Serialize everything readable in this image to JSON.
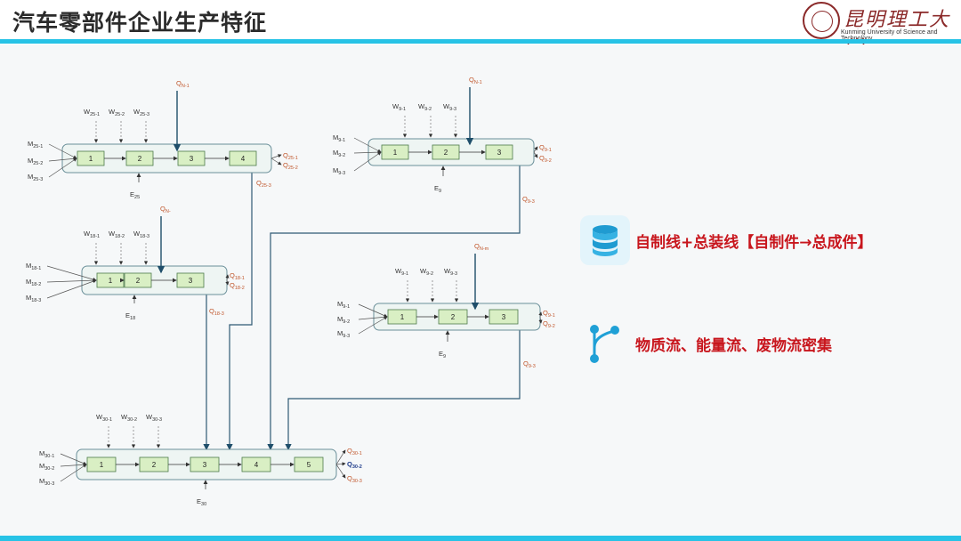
{
  "header": {
    "title": "汽车零部件企业生产特征"
  },
  "logo": {
    "text": "昆明理工大学",
    "subtitle": "Kunming University of Science and Technology"
  },
  "features": [
    {
      "icon": "database-icon",
      "text": "自制线+总装线【自制件→总成件】"
    },
    {
      "icon": "flow-branch-icon",
      "text": "物质流、能量流、废物流密集"
    }
  ],
  "diagram": {
    "line25": {
      "q_in": "Q",
      "q_in_sub": "N-1",
      "w": [
        {
          "m": "W",
          "s": "25-1"
        },
        {
          "m": "W",
          "s": "25-2"
        },
        {
          "m": "W",
          "s": "25-3"
        }
      ],
      "m": [
        {
          "m": "M",
          "s": "25-1"
        },
        {
          "m": "M",
          "s": "25-2"
        },
        {
          "m": "M",
          "s": "25-3"
        }
      ],
      "steps": [
        "1",
        "2",
        "3",
        "4"
      ],
      "q_out": [
        {
          "m": "Q",
          "s": "25-1"
        },
        {
          "m": "Q",
          "s": "25-2"
        }
      ],
      "q_down": {
        "m": "Q",
        "s": "25-3"
      },
      "e": {
        "m": "E",
        "s": "25"
      }
    },
    "line18": {
      "q_in": "Q",
      "q_in_sub": "N-",
      "w": [
        {
          "m": "W",
          "s": "18-1"
        },
        {
          "m": "W",
          "s": "18-2"
        },
        {
          "m": "W",
          "s": "18-3"
        }
      ],
      "m": [
        {
          "m": "M",
          "s": "18-1"
        },
        {
          "m": "M",
          "s": "18-2"
        },
        {
          "m": "M",
          "s": "18-3"
        }
      ],
      "steps": [
        "1",
        "2",
        "3"
      ],
      "q_out": [
        {
          "m": "Q",
          "s": "18-1"
        },
        {
          "m": "Q",
          "s": "18-2"
        }
      ],
      "q_down": {
        "m": "Q",
        "s": "18-3"
      },
      "e": {
        "m": "E",
        "s": "18"
      }
    },
    "line9a": {
      "q_in": "Q",
      "q_in_sub": "N-1",
      "w": [
        {
          "m": "W",
          "s": "9-1"
        },
        {
          "m": "W",
          "s": "9-2"
        },
        {
          "m": "W",
          "s": "9-3"
        }
      ],
      "m": [
        {
          "m": "M",
          "s": "9-1"
        },
        {
          "m": "M",
          "s": "9-2"
        },
        {
          "m": "M",
          "s": "9-3"
        }
      ],
      "steps": [
        "1",
        "2",
        "3"
      ],
      "q_out": [
        {
          "m": "Q",
          "s": "9-1"
        },
        {
          "m": "Q",
          "s": "9-2"
        }
      ],
      "q_down": {
        "m": "Q",
        "s": "9-3"
      },
      "e": {
        "m": "E",
        "s": "9"
      }
    },
    "line9b": {
      "q_in": "Q",
      "q_in_sub": "N-m",
      "w": [
        {
          "m": "W",
          "s": "9-1"
        },
        {
          "m": "W",
          "s": "9-2"
        },
        {
          "m": "W",
          "s": "9-3"
        }
      ],
      "m": [
        {
          "m": "M",
          "s": "9-1"
        },
        {
          "m": "M",
          "s": "9-2"
        },
        {
          "m": "M",
          "s": "9-3"
        }
      ],
      "steps": [
        "1",
        "2",
        "3"
      ],
      "q_out": [
        {
          "m": "Q",
          "s": "9-1"
        },
        {
          "m": "Q",
          "s": "9-2"
        }
      ],
      "q_down": {
        "m": "Q",
        "s": "9-3"
      },
      "e": {
        "m": "E",
        "s": "9"
      }
    },
    "line30": {
      "w": [
        {
          "m": "W",
          "s": "30-1"
        },
        {
          "m": "W",
          "s": "30-2"
        },
        {
          "m": "W",
          "s": "30-3"
        }
      ],
      "m": [
        {
          "m": "M",
          "s": "30-1"
        },
        {
          "m": "M",
          "s": "30-2"
        },
        {
          "m": "M",
          "s": "30-3"
        }
      ],
      "steps": [
        "1",
        "2",
        "3",
        "4",
        "5"
      ],
      "q_out": [
        {
          "m": "Q",
          "s": "30-1"
        },
        {
          "m": "Q",
          "s": "30-2"
        },
        {
          "m": "Q",
          "s": "30-3"
        }
      ],
      "e": {
        "m": "E",
        "s": "30"
      }
    }
  }
}
